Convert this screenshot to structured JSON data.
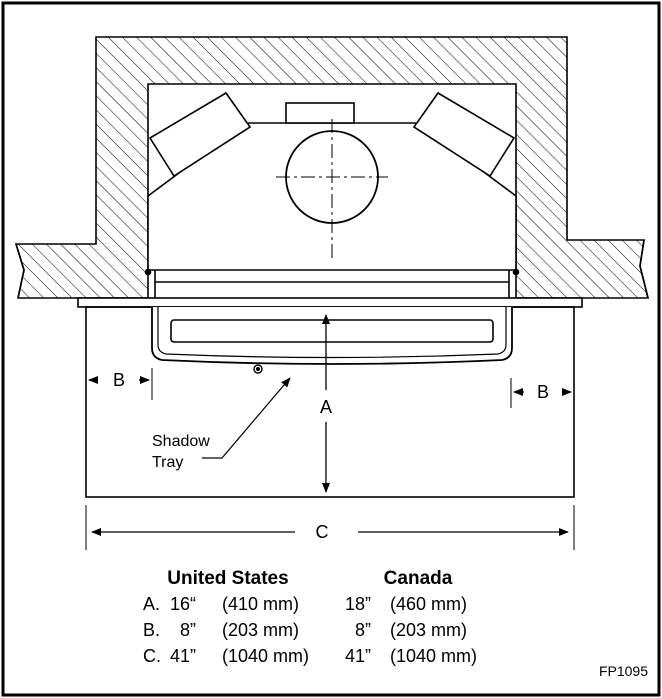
{
  "labels": {
    "dim_a": "A",
    "dim_b_left": "B",
    "dim_b_right": "B",
    "dim_c": "C",
    "shadow_tray_line1": "Shadow",
    "shadow_tray_line2": "Tray",
    "figure_code": "FP1095"
  },
  "table": {
    "headers": {
      "us": "United States",
      "canada": "Canada"
    },
    "rows": [
      {
        "letter": "A.",
        "us_in": "16“",
        "us_mm": "(410 mm)",
        "ca_in": "18”",
        "ca_mm": "(460 mm)"
      },
      {
        "letter": "B.",
        "us_in": "8”",
        "us_mm": "(203 mm)",
        "ca_in": "8”",
        "ca_mm": "(203 mm)"
      },
      {
        "letter": "C.",
        "us_in": "41”",
        "us_mm": "(1040 mm)",
        "ca_in": "41”",
        "ca_mm": "(1040 mm)"
      }
    ]
  }
}
